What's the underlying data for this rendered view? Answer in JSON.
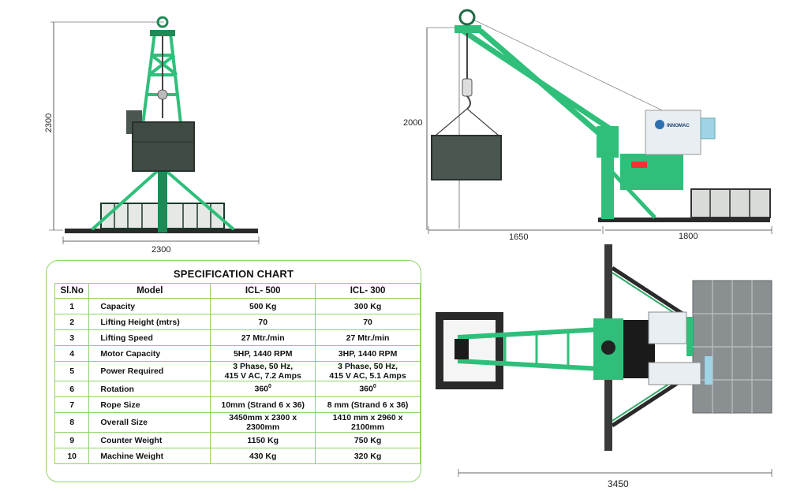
{
  "dimensions": {
    "front_height": "2300",
    "front_width": "2300",
    "side_height": "2000",
    "side_left_width": "1650",
    "side_right_width": "1800",
    "top_width": "3450"
  },
  "brand_label": "INNOMAC",
  "spec_chart": {
    "title": "SPECIFICATION CHART",
    "headers": {
      "no": "Sl.No",
      "model": "Model",
      "a": "ICL- 500",
      "b": "ICL- 300"
    },
    "rows": [
      {
        "no": "1",
        "model": "Capacity",
        "a": "500 Kg",
        "b": "300 Kg"
      },
      {
        "no": "2",
        "model": "Lifting Height (mtrs)",
        "a": "70",
        "b": "70"
      },
      {
        "no": "3",
        "model": "Lifting Speed",
        "a": "27 Mtr./min",
        "b": "27 Mtr./min"
      },
      {
        "no": "4",
        "model": "Motor Capacity",
        "a": "5HP, 1440 RPM",
        "b": "3HP, 1440 RPM"
      },
      {
        "no": "5",
        "model": "Power Required",
        "a": "3 Phase, 50 Hz,\n415 V AC, 7.2 Amps",
        "b": "3 Phase, 50 Hz,\n415 V AC, 5.1 Amps"
      },
      {
        "no": "6",
        "model": "Rotation",
        "a": "360",
        "b": "360",
        "a_sup": "0",
        "b_sup": "0"
      },
      {
        "no": "7",
        "model": "Rope Size",
        "a": "10mm (Strand 6 x 36)",
        "b": "8 mm (Strand 6 x 36)"
      },
      {
        "no": "8",
        "model": "Overall Size",
        "a": "3450mm x 2300 x 2300mm",
        "b": "1410 mm x 2960 x 2100mm"
      },
      {
        "no": "9",
        "model": "Counter Weight",
        "a": "1150 Kg",
        "b": "750 Kg"
      },
      {
        "no": "10",
        "model": "Machine Weight",
        "a": "430 Kg",
        "b": "320 Kg"
      }
    ]
  },
  "colors": {
    "frame": "#2fbf7a",
    "frame_dark": "#1b7a4c",
    "box": "#3f4a43",
    "motor": "#e9eef2"
  }
}
